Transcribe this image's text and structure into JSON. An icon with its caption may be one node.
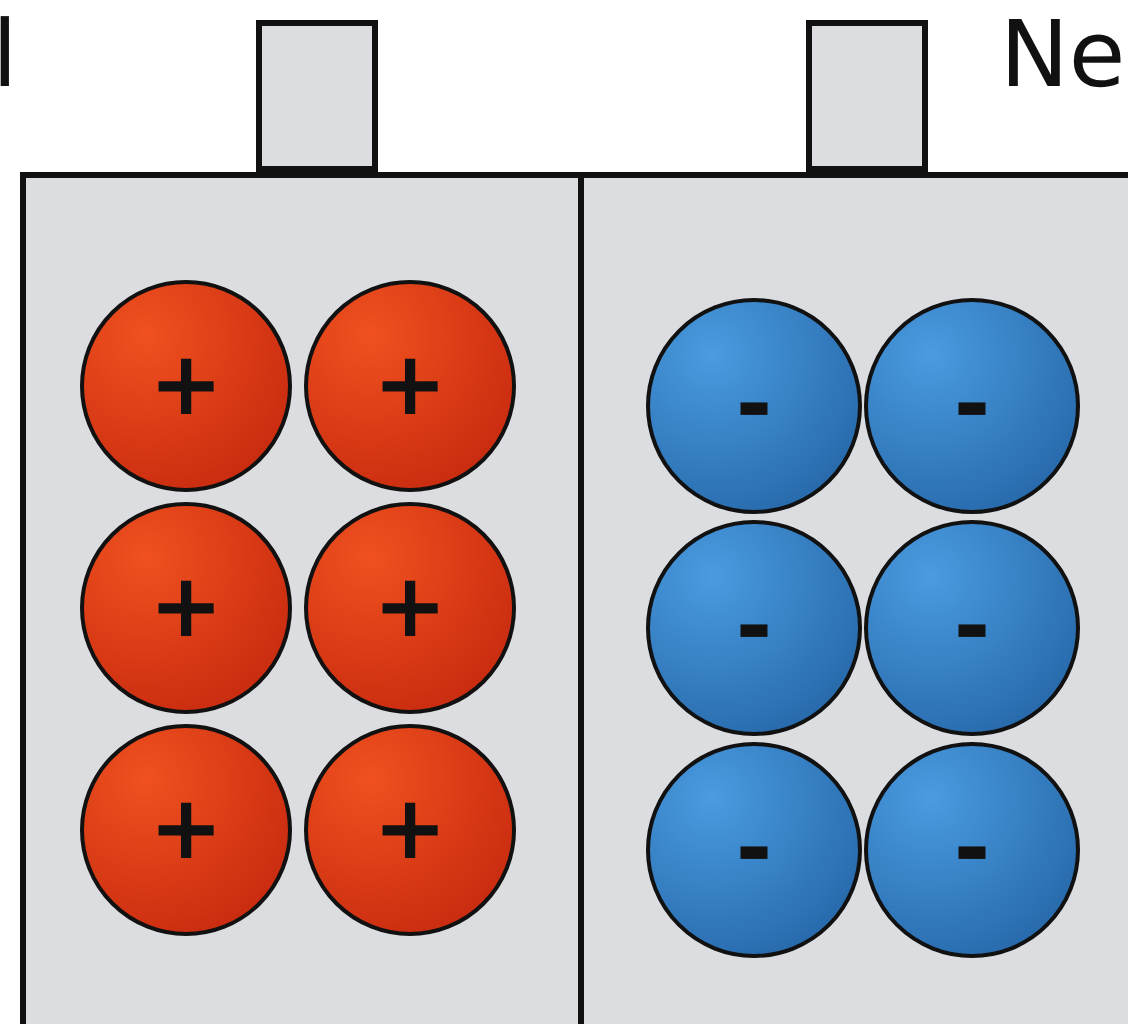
{
  "diagram": {
    "nodes": [
      {
        "text": [],
        "shape": "box"
      },
      {
        "text": [],
        "shape": "box"
      },
      {
        "text": [],
        "shape": "box"
      },
      {
        "text": [],
        "shape": "box"
      },
      {
        "text": [
          "+"
        ],
        "in": 2
      },
      {
        "text": [
          "+"
        ],
        "in": 2
      },
      {
        "text": [
          "+"
        ],
        "in": 2
      },
      {
        "text": [
          "+"
        ],
        "in": 2
      },
      {
        "text": [
          "+"
        ],
        "in": 2
      },
      {
        "text": [
          "+"
        ],
        "in": 2
      },
      {
        "text": [
          "-"
        ],
        "in": 3
      },
      {
        "text": [
          "-"
        ],
        "in": 3
      },
      {
        "text": [
          "-"
        ],
        "in": 3
      },
      {
        "text": [
          "-"
        ],
        "in": 3
      },
      {
        "text": [
          "-"
        ],
        "in": 3
      },
      {
        "text": [
          "-"
        ],
        "in": 3
      }
    ],
    "labels": [
      "l",
      "Ne"
    ]
  }
}
